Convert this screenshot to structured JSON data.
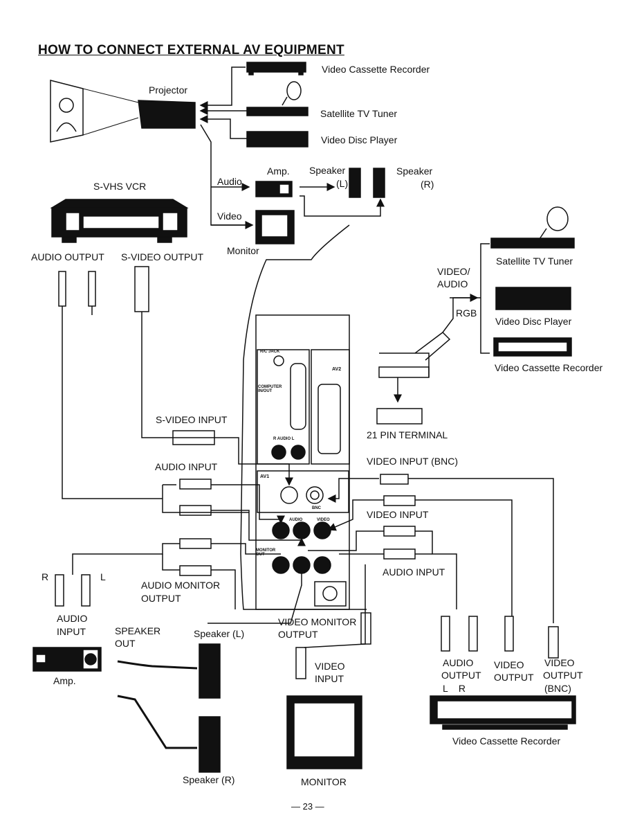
{
  "title": "HOW TO CONNECT EXTERNAL AV EQUIPMENT",
  "page_number": "— 23 —",
  "top": {
    "projector": "Projector",
    "vcr": "Video Cassette Recorder",
    "satellite": "Satellite TV Tuner",
    "disc": "Video Disc Player",
    "amp": "Amp.",
    "audio": "Audio",
    "video": "Video",
    "monitor": "Monitor",
    "speaker_l": "Speaker",
    "speaker_l_sub": "(L)",
    "speaker_r": "Speaker",
    "speaker_r_sub": "(R)"
  },
  "left": {
    "svhs_vcr": "S-VHS VCR",
    "audio_output": "AUDIO OUTPUT",
    "svideo_output": "S-VIDEO OUTPUT",
    "svideo_input": "S-VIDEO INPUT",
    "audio_input": "AUDIO INPUT",
    "r": "R",
    "l": "L",
    "audio_monitor_output_1": "AUDIO MONITOR",
    "audio_monitor_output_2": "OUTPUT",
    "audio_input_amp_1": "AUDIO",
    "audio_input_amp_2": "INPUT",
    "amp": "Amp.",
    "speaker_out_1": "SPEAKER",
    "speaker_out_2": "OUT",
    "speaker_l": "Speaker (L)",
    "speaker_r": "Speaker (R)"
  },
  "panel": {
    "rc_jack": "R/C JACK",
    "computer": "COMPUTER IN/OUT",
    "av2": "AV2",
    "av1": "AV1",
    "audio_rl": "R AUDIO L",
    "bnc": "BNC",
    "audio": "AUDIO",
    "video": "VIDEO",
    "monitor_out": "MONITOR OUT"
  },
  "right": {
    "satellite": "Satellite TV Tuner",
    "video_audio_1": "VIDEO/",
    "video_audio_2": "AUDIO",
    "rgb": "RGB",
    "disc": "Video Disc Player",
    "vcr": "Video Cassette Recorder",
    "pin21": "21 PIN TERMINAL",
    "video_input_bnc": "VIDEO INPUT (BNC)",
    "video_input": "VIDEO INPUT",
    "audio_input": "AUDIO INPUT",
    "video_monitor_output_1": "VIDEO MONITOR",
    "video_monitor_output_2": "OUTPUT",
    "video_input_mon_1": "VIDEO",
    "video_input_mon_2": "INPUT",
    "monitor": "MONITOR",
    "audio_output_1": "AUDIO",
    "audio_output_2": "OUTPUT",
    "audio_output_3": "L    R",
    "video_output_1": "VIDEO",
    "video_output_2": "OUTPUT",
    "video_output_bnc_1": "VIDEO",
    "video_output_bnc_2": "OUTPUT",
    "video_output_bnc_3": "(BNC)",
    "vcr_bottom": "Video Cassette Recorder"
  }
}
